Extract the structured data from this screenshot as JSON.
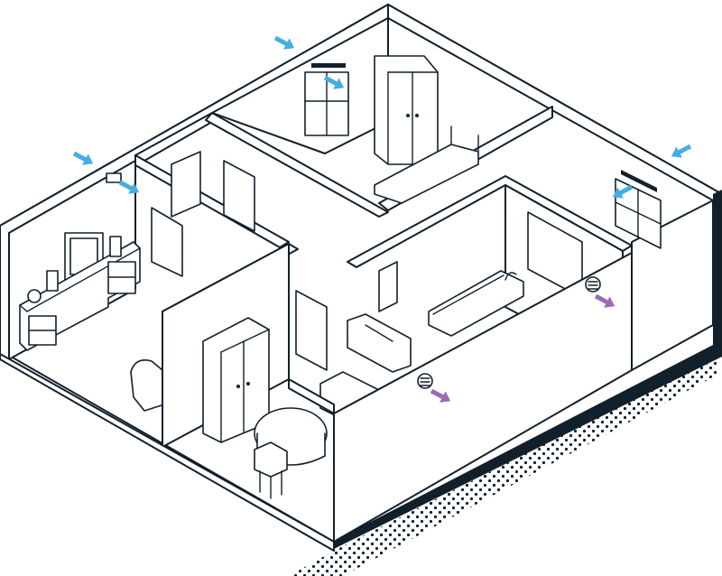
{
  "colors": {
    "outline": "#12202c",
    "intake": "#43aee4",
    "exhaust": "#9a6cb4",
    "shadow": "#12202c",
    "background": "#ffffff"
  },
  "airflow": {
    "intake_arrows": [
      {
        "id": "intake-roof-top",
        "direction": "in"
      },
      {
        "id": "intake-bedroom-window",
        "direction": "in"
      },
      {
        "id": "intake-left-wall",
        "direction": "in"
      },
      {
        "id": "intake-office-vent",
        "direction": "in"
      },
      {
        "id": "intake-right-wall",
        "direction": "in"
      },
      {
        "id": "intake-right-window",
        "direction": "in"
      }
    ],
    "exhaust_arrows": [
      {
        "id": "exhaust-bathroom-vent",
        "direction": "out"
      },
      {
        "id": "exhaust-kitchen-vent",
        "direction": "out"
      }
    ]
  },
  "icons": {
    "intake": "arrow-intake-icon",
    "exhaust": "arrow-exhaust-icon",
    "vent": "round-vent-icon"
  }
}
